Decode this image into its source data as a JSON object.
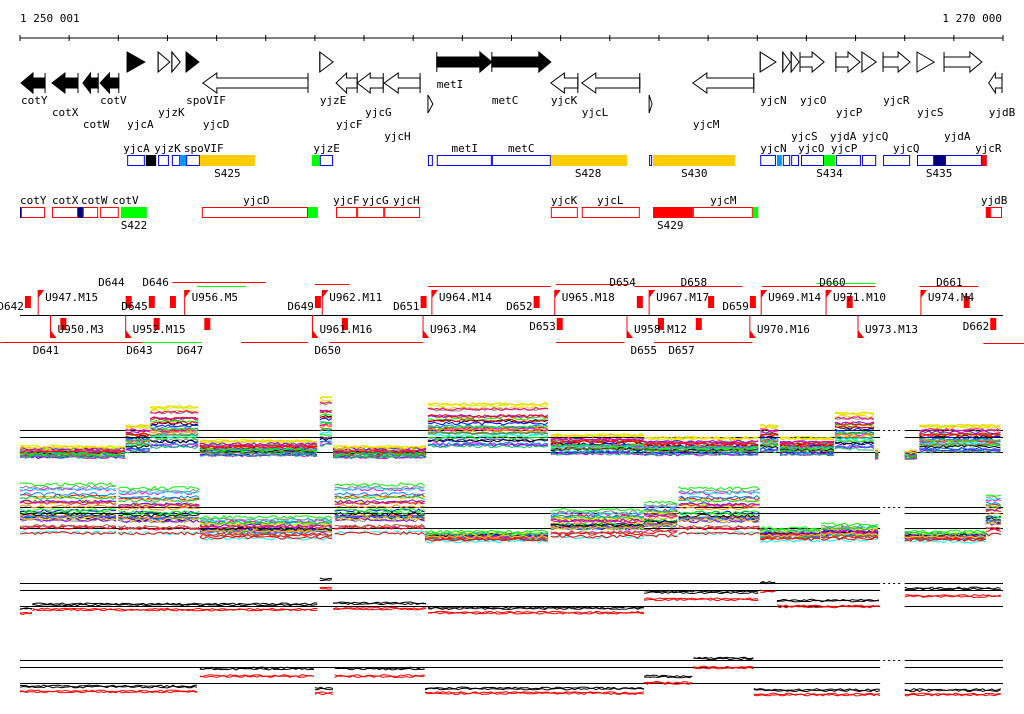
{
  "ruler": {
    "start_label": "1 250 001",
    "end_label": "1 270 000",
    "span_kb": 20
  },
  "genes": [
    {
      "name": "cotY",
      "start": 0.02,
      "end": 0.51,
      "strand": "-",
      "filled": true
    },
    {
      "name": "cotX",
      "start": 0.65,
      "end": 1.18,
      "strand": "-",
      "filled": true
    },
    {
      "name": "cotW",
      "start": 1.28,
      "end": 1.59,
      "strand": "-",
      "filled": true
    },
    {
      "name": "cotV",
      "start": 1.63,
      "end": 2.01,
      "strand": "-",
      "filled": true
    },
    {
      "name": "yjcA",
      "start": 2.18,
      "end": 2.54,
      "strand": "+",
      "filled": true
    },
    {
      "name": "yjzK",
      "start": 2.81,
      "end": 3.05,
      "strand": "+",
      "filled": false
    },
    {
      "name": "",
      "start": 3.09,
      "end": 3.26,
      "strand": "+",
      "filled": false
    },
    {
      "name": "spoVIF",
      "start": 3.38,
      "end": 3.64,
      "strand": "+",
      "filled": true
    },
    {
      "name": "yjcD",
      "start": 3.72,
      "end": 5.86,
      "strand": "-",
      "filled": false
    },
    {
      "name": "yjzE",
      "start": 6.1,
      "end": 6.37,
      "strand": "+",
      "filled": false
    },
    {
      "name": "yjcF",
      "start": 6.43,
      "end": 6.86,
      "strand": "-",
      "filled": false
    },
    {
      "name": "yjcG",
      "start": 6.86,
      "end": 7.39,
      "strand": "-",
      "filled": false
    },
    {
      "name": "yjcH",
      "start": 7.41,
      "end": 8.14,
      "strand": "-",
      "filled": false
    },
    {
      "name": "",
      "start": 8.3,
      "end": 8.4,
      "strand": "+",
      "filled": false,
      "tiny": true
    },
    {
      "name": "metI",
      "start": 8.48,
      "end": 9.6,
      "strand": "+",
      "filled": true
    },
    {
      "name": "metC",
      "start": 9.6,
      "end": 10.8,
      "strand": "+",
      "filled": true
    },
    {
      "name": "yjcK",
      "start": 10.8,
      "end": 11.35,
      "strand": "-",
      "filled": false
    },
    {
      "name": "yjcL",
      "start": 11.43,
      "end": 12.61,
      "strand": "-",
      "filled": false
    },
    {
      "name": "",
      "start": 12.8,
      "end": 12.86,
      "strand": "+",
      "filled": false,
      "tiny": true
    },
    {
      "name": "yjcM",
      "start": 13.69,
      "end": 14.93,
      "strand": "-",
      "filled": false
    },
    {
      "name": "yjcN",
      "start": 15.06,
      "end": 15.38,
      "strand": "+",
      "filled": false
    },
    {
      "name": "",
      "start": 15.52,
      "end": 15.67,
      "strand": "+",
      "filled": false
    },
    {
      "name": "",
      "start": 15.69,
      "end": 15.85,
      "strand": "+",
      "filled": false
    },
    {
      "name": "yjcO",
      "start": 15.87,
      "end": 16.36,
      "strand": "+",
      "filled": false
    },
    {
      "name": "yjcP",
      "start": 16.6,
      "end": 17.09,
      "strand": "+",
      "filled": false
    },
    {
      "name": "yjcQ",
      "start": 17.13,
      "end": 17.42,
      "strand": "+",
      "filled": false
    },
    {
      "name": "yjcR",
      "start": 17.56,
      "end": 18.11,
      "strand": "+",
      "filled": false
    },
    {
      "name": "yjcS",
      "start": 18.25,
      "end": 18.6,
      "strand": "+",
      "filled": false
    },
    {
      "name": "yjdA",
      "start": 18.8,
      "end": 19.57,
      "strand": "+",
      "filled": false
    },
    {
      "name": "yjdB",
      "start": 19.71,
      "end": 19.98,
      "strand": "-",
      "filled": false
    }
  ],
  "transcripts_plus": {
    "boxes": [
      [
        2.18,
        2.54,
        "blue"
      ],
      [
        2.56,
        2.77,
        "black"
      ],
      [
        2.81,
        3.03,
        "blue"
      ],
      [
        3.09,
        3.26,
        "blue"
      ],
      [
        3.26,
        3.38,
        "light"
      ],
      [
        3.38,
        3.66,
        "blue"
      ],
      [
        3.66,
        4.78,
        "orange"
      ],
      [
        5.94,
        6.1,
        "green"
      ],
      [
        6.1,
        6.37,
        "blue"
      ],
      [
        8.3,
        8.4,
        "blue"
      ],
      [
        8.48,
        9.6,
        "blue"
      ],
      [
        9.6,
        10.8,
        "blue"
      ],
      [
        10.8,
        12.35,
        "orange"
      ],
      [
        12.8,
        12.86,
        "blue"
      ],
      [
        12.88,
        14.55,
        "orange"
      ],
      [
        15.06,
        15.38,
        "blue"
      ],
      [
        15.4,
        15.5,
        "light"
      ],
      [
        15.52,
        15.67,
        "blue"
      ],
      [
        15.69,
        15.85,
        "blue"
      ],
      [
        15.89,
        16.36,
        "blue"
      ],
      [
        16.36,
        16.58,
        "green"
      ],
      [
        16.6,
        17.11,
        "blue"
      ],
      [
        17.13,
        17.42,
        "blue"
      ],
      [
        17.56,
        18.11,
        "blue"
      ],
      [
        18.25,
        18.62,
        "blue"
      ],
      [
        18.58,
        18.82,
        "navy"
      ],
      [
        18.82,
        19.57,
        "blue"
      ],
      [
        19.57,
        19.67,
        "red"
      ]
    ],
    "labels": [
      {
        "text": "yjcA",
        "pos": 2.1
      },
      {
        "text": "yjzK",
        "pos": 2.65
      },
      {
        "text": "spoVIF",
        "pos": 3.09
      },
      {
        "text": "yjzE",
        "pos": 5.97
      },
      {
        "text": "metI",
        "pos": 8.78
      },
      {
        "text": "metC",
        "pos": 9.93
      },
      {
        "text": "yjcN",
        "pos": 15.06
      },
      {
        "text": "yjcO",
        "pos": 15.83
      },
      {
        "text": "yjcP",
        "pos": 16.58
      },
      {
        "text": "yjcQ",
        "pos": 17.03
      },
      {
        "text": "yjcR",
        "pos": 17.56
      },
      {
        "text": "yjcS",
        "pos": 18.13
      },
      {
        "text": "yjdA",
        "pos": 18.92
      }
    ],
    "sites": [
      {
        "text": "S425",
        "pos": 3.95
      },
      {
        "text": "S428",
        "pos": 11.29
      },
      {
        "text": "S430",
        "pos": 13.45
      },
      {
        "text": "S434",
        "pos": 16.2
      },
      {
        "text": "S435",
        "pos": 18.43
      }
    ]
  },
  "transcripts_minus": {
    "boxes": [
      [
        0,
        0.04,
        "navy"
      ],
      [
        0.02,
        0.51,
        "redline"
      ],
      [
        0.65,
        1.18,
        "redline"
      ],
      [
        1.18,
        1.28,
        "navy"
      ],
      [
        1.28,
        1.59,
        "redline"
      ],
      [
        1.63,
        2.01,
        "redline"
      ],
      [
        2.05,
        2.58,
        "green"
      ],
      [
        3.7,
        5.86,
        "redline"
      ],
      [
        5.86,
        6.06,
        "green"
      ],
      [
        6.43,
        6.86,
        "redline"
      ],
      [
        6.86,
        7.41,
        "redline"
      ],
      [
        7.41,
        8.14,
        "redline"
      ],
      [
        10.8,
        11.35,
        "redline"
      ],
      [
        11.43,
        12.61,
        "redline"
      ],
      [
        12.88,
        13.69,
        "red"
      ],
      [
        13.69,
        14.91,
        "redline"
      ],
      [
        14.91,
        15.02,
        "green"
      ],
      [
        19.65,
        19.74,
        "red"
      ],
      [
        19.74,
        19.98,
        "redline"
      ]
    ],
    "labels": [
      {
        "text": "cotY",
        "pos": 0
      },
      {
        "text": "cotX",
        "pos": 0.65
      },
      {
        "text": "cotW",
        "pos": 1.16
      },
      {
        "text": "cotV",
        "pos": 1.63
      },
      {
        "text": "yjcD",
        "pos": 4.54
      },
      {
        "text": "yjcF",
        "pos": 6.37
      },
      {
        "text": "yjcG",
        "pos": 6.88
      },
      {
        "text": "yjcH",
        "pos": 7.51
      },
      {
        "text": "yjcK",
        "pos": 10.8
      },
      {
        "text": "yjcL",
        "pos": 11.74
      },
      {
        "text": "yjcM",
        "pos": 14.04
      },
      {
        "text": "yjdB",
        "pos": 19.55
      }
    ],
    "sites": [
      {
        "text": "S422",
        "pos": 2.05
      },
      {
        "text": "S429",
        "pos": 12.96
      }
    ]
  },
  "regulation": {
    "above": [
      {
        "text": "D642",
        "pos": 0.1
      },
      {
        "text": "U947.M15",
        "pos": 0.37
      },
      {
        "text": "D644",
        "pos": 2.15
      },
      {
        "text": "D645",
        "pos": 2.62
      },
      {
        "text": "D646",
        "pos": 3.05
      },
      {
        "text": "U956.M5",
        "pos": 3.35
      },
      {
        "text": "D649",
        "pos": 6.0
      },
      {
        "text": "U962.M11",
        "pos": 6.15
      },
      {
        "text": "D651",
        "pos": 8.15
      },
      {
        "text": "U964.M14",
        "pos": 8.38
      },
      {
        "text": "D652",
        "pos": 10.45
      },
      {
        "text": "U965.M18",
        "pos": 10.88
      },
      {
        "text": "D654",
        "pos": 12.55
      },
      {
        "text": "U967.M17",
        "pos": 12.8
      },
      {
        "text": "D658",
        "pos": 14.0
      },
      {
        "text": "D659",
        "pos": 14.85
      },
      {
        "text": "U969.M14",
        "pos": 15.08
      },
      {
        "text": "U971.M10",
        "pos": 16.4
      },
      {
        "text": "D660",
        "pos": 16.82
      },
      {
        "text": "U974.M4",
        "pos": 18.33
      },
      {
        "text": "D661",
        "pos": 19.2
      }
    ],
    "below": [
      {
        "text": "U950.M3",
        "pos": 0.62
      },
      {
        "text": "D641",
        "pos": 0.82
      },
      {
        "text": "U952.M15",
        "pos": 2.15
      },
      {
        "text": "D643",
        "pos": 2.72
      },
      {
        "text": "D647",
        "pos": 3.75
      },
      {
        "text": "U961.M16",
        "pos": 5.95
      },
      {
        "text": "D650",
        "pos": 6.55
      },
      {
        "text": "U963.M4",
        "pos": 8.2
      },
      {
        "text": "D653",
        "pos": 10.92
      },
      {
        "text": "U958.M12",
        "pos": 12.35
      },
      {
        "text": "D655",
        "pos": 12.98
      },
      {
        "text": "D657",
        "pos": 13.75
      },
      {
        "text": "U970.M16",
        "pos": 14.85
      },
      {
        "text": "U973.M13",
        "pos": 17.05
      },
      {
        "text": "D662",
        "pos": 19.74
      }
    ],
    "spans": [
      [
        -0.4,
        2.5,
        "#ff0000",
        342
      ],
      [
        2.5,
        3.7,
        "#00ff00",
        342
      ],
      [
        3.6,
        4.6,
        "#00ff00",
        286
      ],
      [
        3.1,
        5.0,
        "#ff0000",
        282
      ],
      [
        6.0,
        6.7,
        "#ff0000",
        284
      ],
      [
        4.5,
        5.86,
        "#ff0000",
        342
      ],
      [
        6.3,
        8.2,
        "#ff0000",
        342
      ],
      [
        8.3,
        10.8,
        "#ff0000",
        286
      ],
      [
        10.9,
        12.4,
        "#ff0000",
        284
      ],
      [
        10.9,
        12.3,
        "#ff0000",
        342
      ],
      [
        12.9,
        14.9,
        "#ff0000",
        342
      ],
      [
        12.5,
        14.7,
        "#ff0000",
        286
      ],
      [
        15.1,
        17.4,
        "#ff0000",
        286
      ],
      [
        16.2,
        17.4,
        "#00ff00",
        283
      ],
      [
        18.3,
        19.5,
        "#ff0000",
        286
      ],
      [
        19.6,
        20.6,
        "#ff0000",
        343
      ]
    ]
  },
  "tracks": [
    {
      "type": "multi",
      "segments": [
        [
          0,
          2.15,
          0.15
        ],
        [
          2.15,
          2.65,
          0.5
        ],
        [
          2.65,
          3.66,
          0.8
        ],
        [
          3.66,
          6.1,
          0.25
        ],
        [
          6.1,
          6.37,
          0.95
        ],
        [
          6.37,
          8.3,
          0.15
        ],
        [
          8.3,
          10.8,
          0.85
        ],
        [
          10.8,
          12.7,
          0.35
        ],
        [
          12.7,
          15.06,
          0.3
        ],
        [
          15.06,
          15.46,
          0.5
        ],
        [
          15.46,
          16.58,
          0.3
        ],
        [
          16.58,
          17.4,
          0.7
        ],
        [
          17.4,
          17.5,
          0.1
        ],
        [
          18.0,
          18.3,
          0.08
        ],
        [
          18.3,
          20,
          0.5
        ]
      ]
    },
    {
      "type": "multi",
      "segments": [
        [
          0,
          2.0,
          0.75
        ],
        [
          2.0,
          3.66,
          0.7
        ],
        [
          3.66,
          6.4,
          0.3
        ],
        [
          6.4,
          8.24,
          0.75
        ],
        [
          8.24,
          10.8,
          0.1
        ],
        [
          10.8,
          12.7,
          0.4
        ],
        [
          12.7,
          13.4,
          0.5
        ],
        [
          13.4,
          15.06,
          0.7
        ],
        [
          15.06,
          16.3,
          0.15
        ],
        [
          16.3,
          17.5,
          0.2
        ],
        [
          18.0,
          19.65,
          0.1
        ],
        [
          19.65,
          20,
          0.6
        ]
      ]
    },
    {
      "type": "pair",
      "segments": [
        [
          0,
          0.25,
          0.1
        ],
        [
          0.25,
          6.1,
          0.22
        ],
        [
          6.1,
          6.37,
          0.9
        ],
        [
          6.37,
          8.3,
          0.25
        ],
        [
          8.3,
          12.7,
          0.12
        ],
        [
          12.7,
          15.06,
          0.55
        ],
        [
          15.06,
          15.4,
          0.8
        ],
        [
          15.4,
          17.5,
          0.32
        ],
        [
          18.0,
          20,
          0.65
        ]
      ]
    },
    {
      "type": "pair",
      "segments": [
        [
          0,
          3.66,
          0.15
        ],
        [
          3.66,
          6.0,
          0.6
        ],
        [
          6.0,
          6.4,
          0.1
        ],
        [
          6.4,
          8.24,
          0.6
        ],
        [
          8.24,
          12.7,
          0.1
        ],
        [
          12.7,
          13.7,
          0.4
        ],
        [
          13.7,
          14.93,
          0.85
        ],
        [
          14.93,
          17.5,
          0.06
        ],
        [
          18.0,
          20,
          0.06
        ]
      ]
    }
  ],
  "colors": {
    "blue": "#0000ff",
    "orange": "#ffcc00",
    "green": "#00ff00",
    "light": "#0099ff",
    "navy": "#000080",
    "red": "#ff0000",
    "black": "#000000"
  }
}
